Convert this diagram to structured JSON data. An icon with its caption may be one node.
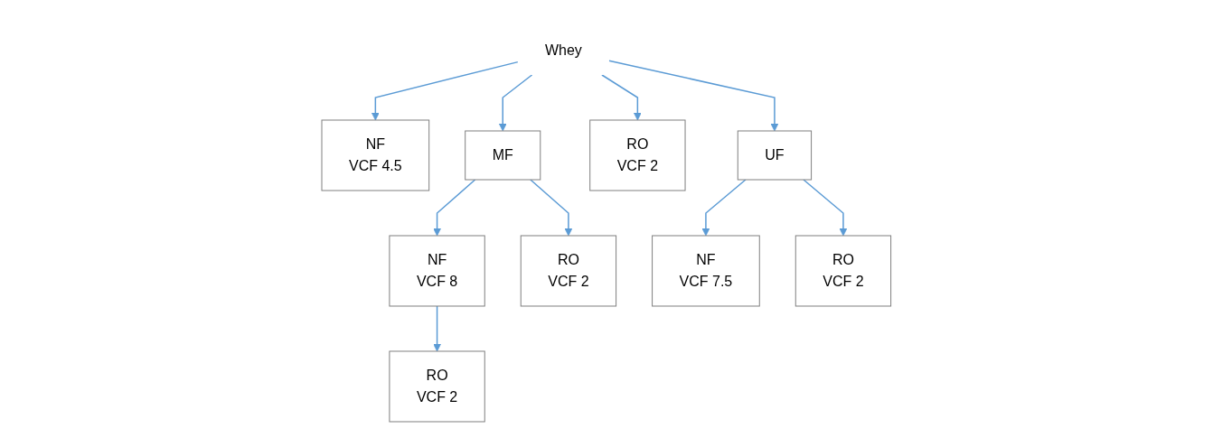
{
  "diagram": {
    "nodes": [
      {
        "text": [
          "Whey"
        ]
      },
      {
        "text": [
          "NF",
          "VCF 4.5"
        ]
      },
      {
        "text": [
          "MF"
        ]
      },
      {
        "text": [
          "RO",
          "VCF 2"
        ]
      },
      {
        "text": [
          "UF"
        ]
      },
      {
        "text": [
          "NF",
          "VCF 8"
        ]
      },
      {
        "text": [
          "RO",
          "VCF 2"
        ]
      },
      {
        "text": [
          "NF",
          "VCF 7.5"
        ]
      },
      {
        "text": [
          "RO",
          "VCF 2"
        ]
      },
      {
        "text": [
          "RO",
          "VCF 2"
        ]
      }
    ],
    "edges": [
      {
        "from": 0,
        "to": 1,
        "arrow": "to"
      },
      {
        "from": 0,
        "to": 2,
        "arrow": "to"
      },
      {
        "from": 0,
        "to": 3,
        "arrow": "to"
      },
      {
        "from": 0,
        "to": 4,
        "arrow": "to"
      },
      {
        "from": 2,
        "to": 5,
        "arrow": "to"
      },
      {
        "from": 2,
        "to": 6,
        "arrow": "to"
      },
      {
        "from": 4,
        "to": 7,
        "arrow": "to"
      },
      {
        "from": 4,
        "to": 8,
        "arrow": "to"
      },
      {
        "from": 5,
        "to": 9,
        "arrow": "to"
      }
    ]
  }
}
